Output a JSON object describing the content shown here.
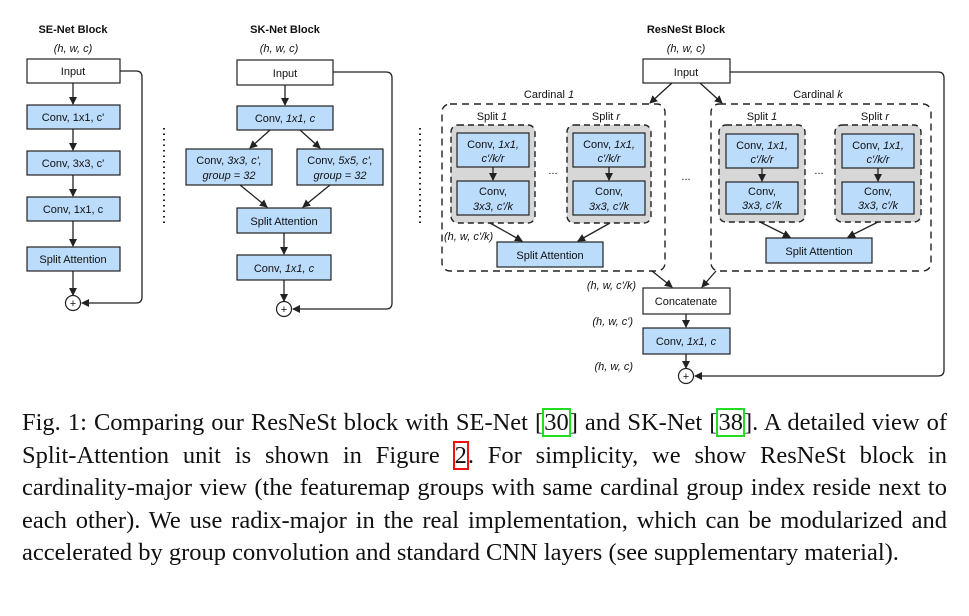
{
  "figure": {
    "se_net": {
      "title": "SE-Net Block",
      "input_shape": "(h, w, c)",
      "input": "Input",
      "layers": [
        "Conv, 1x1, c'",
        "Conv, 3x3, c'",
        "Conv, 1x1, c",
        "Split Attention"
      ],
      "sum_symbol": "+"
    },
    "sk_net": {
      "title": "SK-Net Block",
      "input_shape": "(h, w, c)",
      "input": "Input",
      "conv1": {
        "a": "Conv, ",
        "b": "1x1, c"
      },
      "branch_left": {
        "l1a": "Conv, ",
        "l1b": "3x3, c',",
        "l2": "group = 32"
      },
      "branch_right": {
        "l1a": "Conv, ",
        "l1b": "5x5, c',",
        "l2": "group = 32"
      },
      "split_attention": "Split Attention",
      "conv2": {
        "a": "Conv, ",
        "b": "1x1, c"
      },
      "sum_symbol": "+"
    },
    "resnest": {
      "title": "ResNeSt Block",
      "input_shape": "(h, w, c)",
      "input": "Input",
      "cardinal_1": {
        "label_a": "Cardinal ",
        "label_b": "1"
      },
      "cardinal_k": {
        "label_a": "Cardinal ",
        "label_b": "k"
      },
      "split_1": {
        "label_a": "Split ",
        "label_b": "1"
      },
      "split_r": {
        "label_a": "Split ",
        "label_b": "r"
      },
      "split_conv1": {
        "l1a": "Conv, ",
        "l1b": "1x1,",
        "l2": "c'/k/r"
      },
      "split_conv2": {
        "l1": "Conv,",
        "l2": "3x3, c'/k"
      },
      "split_attention": "Split Attention",
      "ellipsis": "...",
      "shape_split": "(h, w, c'/k)",
      "shape_concat_in": "(h, w, c'/k)",
      "concatenate": "Concatenate",
      "shape_concat_out": "(h, w, c')",
      "conv_final": {
        "a": "Conv, ",
        "b": "1x1, c"
      },
      "shape_out": "(h, w, c)",
      "sum_symbol": "+"
    }
  },
  "caption": {
    "p1": "Fig. 1: Comparing our ResNeSt block with SE-Net ",
    "ref1": "30",
    "p2": " and SK-Net ",
    "ref2": "38",
    "p3": ". A detailed view of Split-Attention unit is shown in Figure ",
    "ref3": "2",
    "p4": ". For simplicity, we show ResNeSt block in cardinality-major view (the featuremap groups with same cardinal group index reside next to each other). We use radix-major in the real implementation, which can be modularized and accelerated by group convolution and standard CNN layers (see supplementary material).",
    "colors": {
      "citation_box": "#22dd22",
      "figure_ref_box": "#ee1111",
      "layer_fill": "#bcdcfb",
      "split_group_fill": "#d7d7d7"
    }
  }
}
